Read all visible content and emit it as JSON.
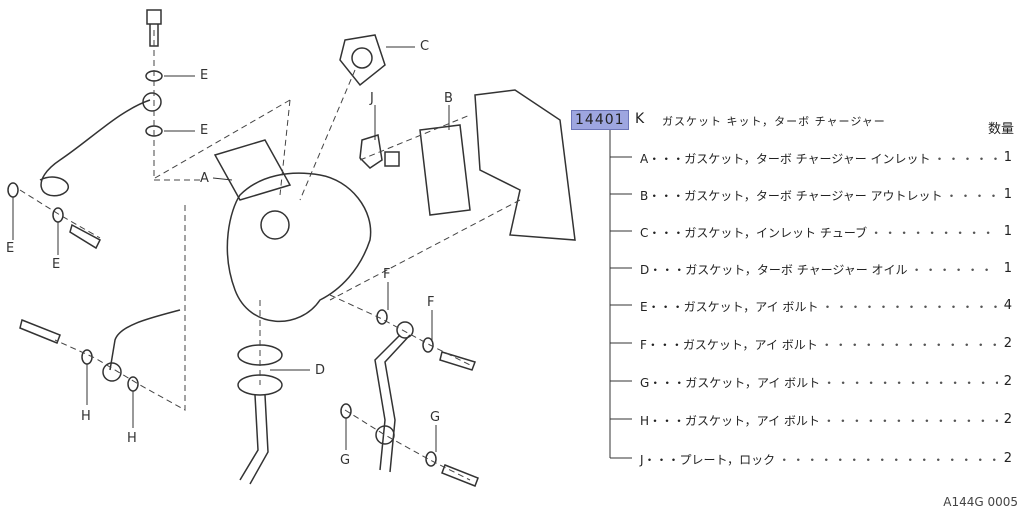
{
  "part_number": "14401",
  "part_suffix": "K",
  "kit_title": "ガスケット キット，ターボ チャージャー",
  "qty_header": "数量",
  "items": [
    {
      "text": "A・・・ガスケット，ターボ チャージャー インレット",
      "qty": "1"
    },
    {
      "text": "B・・・ガスケット，ターボ チャージャー アウトレット",
      "qty": "1"
    },
    {
      "text": "C・・・ガスケット，インレット チューブ",
      "qty": "1"
    },
    {
      "text": "D・・・ガスケット，ターボ チャージャー オイル",
      "qty": "1"
    },
    {
      "text": "E・・・ガスケット，アイ ボルト",
      "qty": "4"
    },
    {
      "text": "F・・・ガスケット，アイ ボルト",
      "qty": "2"
    },
    {
      "text": "G・・・ガスケット，アイ ボルト",
      "qty": "2"
    },
    {
      "text": "H・・・ガスケット，アイ ボルト",
      "qty": "2"
    },
    {
      "text": "J・・・プレート，ロック",
      "qty": "2"
    }
  ],
  "callouts": [
    "A",
    "B",
    "C",
    "D",
    "E",
    "E",
    "E",
    "E",
    "F",
    "F",
    "G",
    "G",
    "H",
    "H",
    "J"
  ],
  "diagram_code": "A144G 0005"
}
